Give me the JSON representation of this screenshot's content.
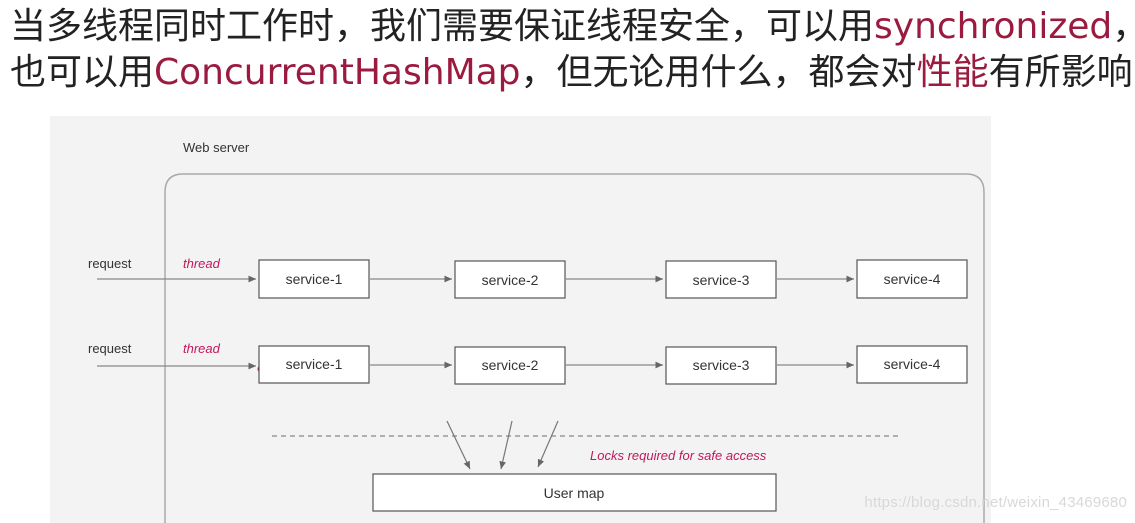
{
  "caption": {
    "line1_a": "当多线程同时工作时，我们需要保证线程安全，可以用",
    "line1_b": "synchronized",
    "line1_c": "，",
    "line2_a": "也可以用",
    "line2_b": "ConcurrentHashMap",
    "line2_c": "，但无论用什么，都会对",
    "line2_d": "性能",
    "line2_e": "有所影响"
  },
  "colors": {
    "highlight": "#9b1a3f",
    "thread_label": "#c2185b",
    "box_border": "#555555",
    "slide_background": "#f3f3f3"
  },
  "diagram": {
    "container_label": "Web server",
    "rows": [
      {
        "request_label": "request",
        "thread_label": "thread",
        "services": [
          "service-1",
          "service-2",
          "service-3",
          "service-4"
        ]
      },
      {
        "request_label": "request",
        "thread_label": "thread",
        "services": [
          "service-1",
          "service-2",
          "service-3",
          "service-4"
        ]
      }
    ],
    "locks_label": "Locks required for safe access",
    "user_map_label": "User map"
  },
  "watermark": "https://blog.csdn.net/weixin_43469680"
}
